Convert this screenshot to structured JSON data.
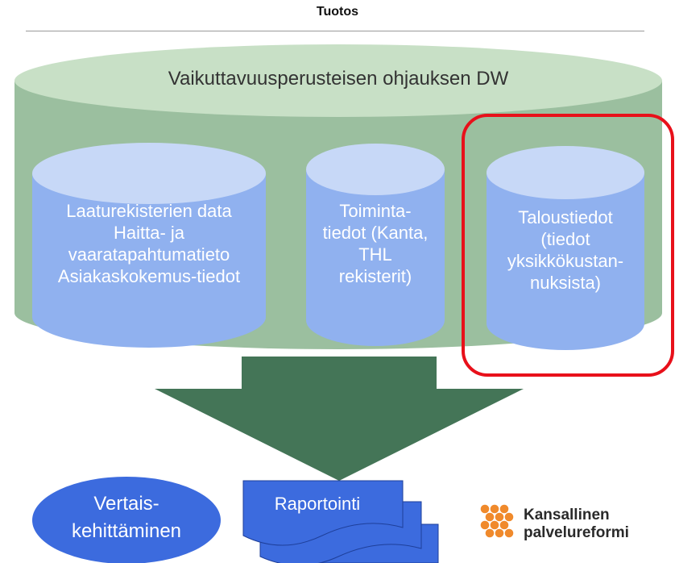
{
  "header": {
    "title": "Tuotos"
  },
  "warehouse": {
    "label": "Vaikuttavuusperusteisen ohjauksen DW"
  },
  "databases": [
    {
      "lines": [
        "Laaturekisterien data",
        "Haitta- ja",
        "vaaratapahtumatieto",
        "Asiakaskokemus-tiedot"
      ]
    },
    {
      "lines": [
        "Toiminta-",
        "tiedot (Kanta,",
        "THL",
        "rekisterit)"
      ]
    },
    {
      "lines": [
        "Taloustiedot",
        "(tiedot",
        "yksikkökustan-",
        "nuksista)"
      ]
    }
  ],
  "outputs": {
    "benchmarking": [
      "Vertais-",
      "kehittäminen"
    ],
    "reporting": "Raportointi"
  },
  "logo": {
    "lines": [
      "Kansallinen",
      "palvelureformi"
    ]
  },
  "colors": {
    "dw_body": "#9bbf9f",
    "dw_top": "#c8e0c6",
    "db_body": "#90b1ef",
    "db_top": "#c7d8f7",
    "arrow": "#447557",
    "highlight": "#e8101a",
    "blue": "#3c6bde",
    "logo_orange": "#f08a2c"
  }
}
